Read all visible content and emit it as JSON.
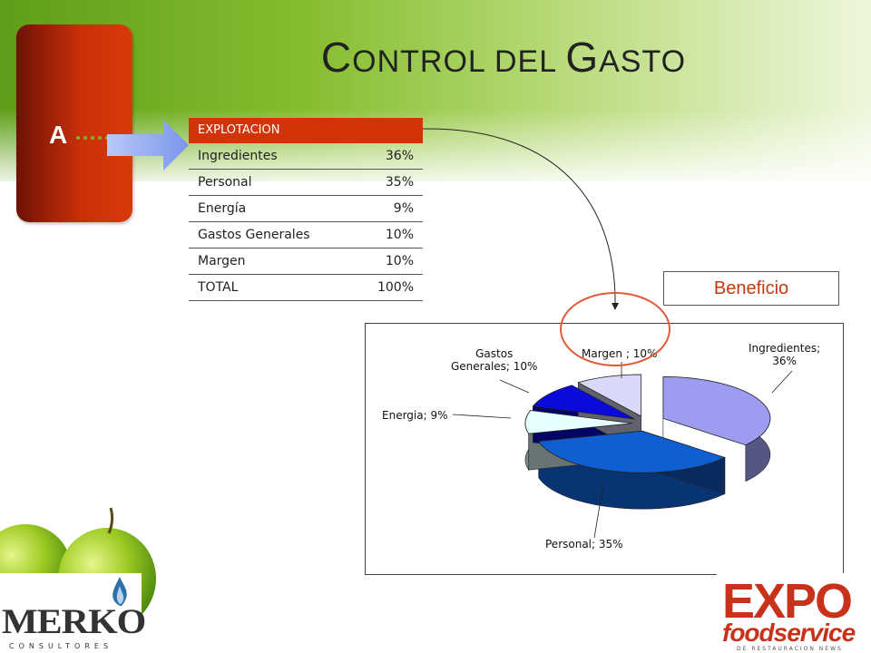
{
  "slide": {
    "title_first": "C",
    "title_rest_1": "ONTROL DEL ",
    "title_cap_2": "G",
    "title_rest_2": "ASTO",
    "tab_letter": "A"
  },
  "table": {
    "header": "EXPLOTACION",
    "rows": [
      {
        "label": "Ingredientes",
        "value": "36%"
      },
      {
        "label": "Personal",
        "value": "35%"
      },
      {
        "label": "Energía",
        "value": "9%"
      },
      {
        "label": "Gastos Generales",
        "value": "10%"
      },
      {
        "label": "Margen",
        "value": "10%"
      },
      {
        "label": "TOTAL",
        "value": "100%"
      }
    ]
  },
  "beneficio": "Beneficio",
  "chart_data": {
    "type": "pie",
    "title": "",
    "slices": [
      {
        "name": "Ingredientes",
        "value": 36,
        "label": "Ingredientes;\n36%",
        "color": "#9c9cf0"
      },
      {
        "name": "Personal",
        "value": 35,
        "label": "Personal; 35%",
        "color": "#0f5fd2"
      },
      {
        "name": "Energia",
        "value": 9,
        "label": "Energia; 9%",
        "color": "#e6ffff"
      },
      {
        "name": "Gastos Generales",
        "value": 10,
        "label": "Gastos\nGenerales; 10%",
        "color": "#0a0adc"
      },
      {
        "name": "Margen",
        "value": 10,
        "label": "Margen ; 10%",
        "color": "#d8d8f8"
      }
    ]
  },
  "logos": {
    "merko_name": "MERKO",
    "merko_sub": "CONSULTORES",
    "expo_word": "EXPO",
    "expo_food": "foodservice",
    "expo_tag": "DE RESTAURACION NEWS"
  }
}
